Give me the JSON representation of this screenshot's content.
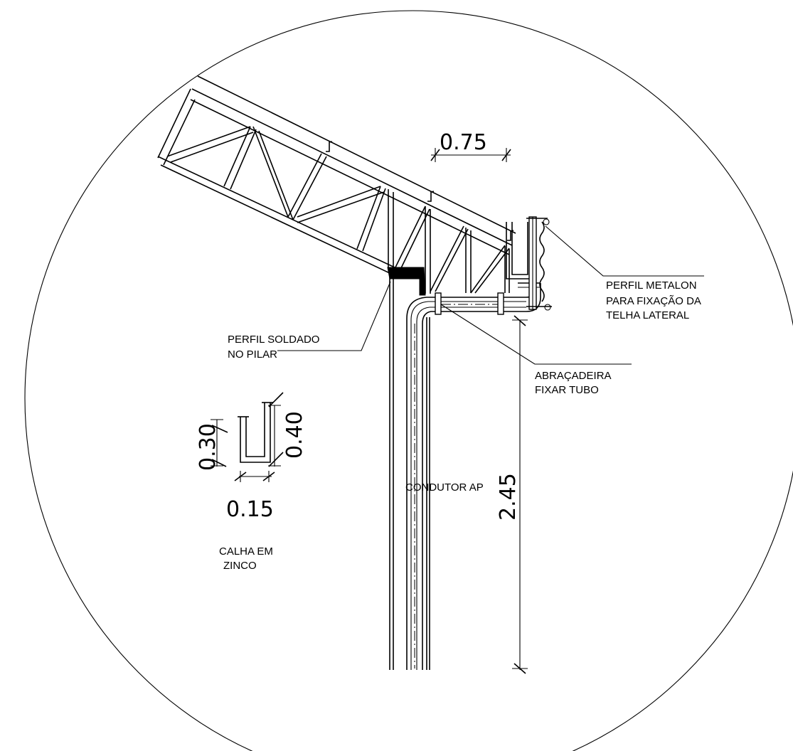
{
  "dimensions": {
    "top_width": "0.75",
    "downpipe_height": "2.45",
    "gutter_depth_left": "0.30",
    "gutter_depth_right": "0.40",
    "gutter_width": "0.15"
  },
  "labels": {
    "perfil_metalon_1": "PERFIL METALON",
    "perfil_metalon_2": "PARA FIXAÇÃO DA",
    "perfil_metalon_3": "TELHA LATERAL",
    "perfil_soldado_1": "PERFIL SOLDADO",
    "perfil_soldado_2": "NO PILAR",
    "abracadeira_1": "ABRAÇADEIRA",
    "abracadeira_2": "FIXAR TUBO",
    "condutor": "CONDUTOR AP",
    "calha_1": "CALHA EM",
    "calha_2": "ZINCO"
  }
}
